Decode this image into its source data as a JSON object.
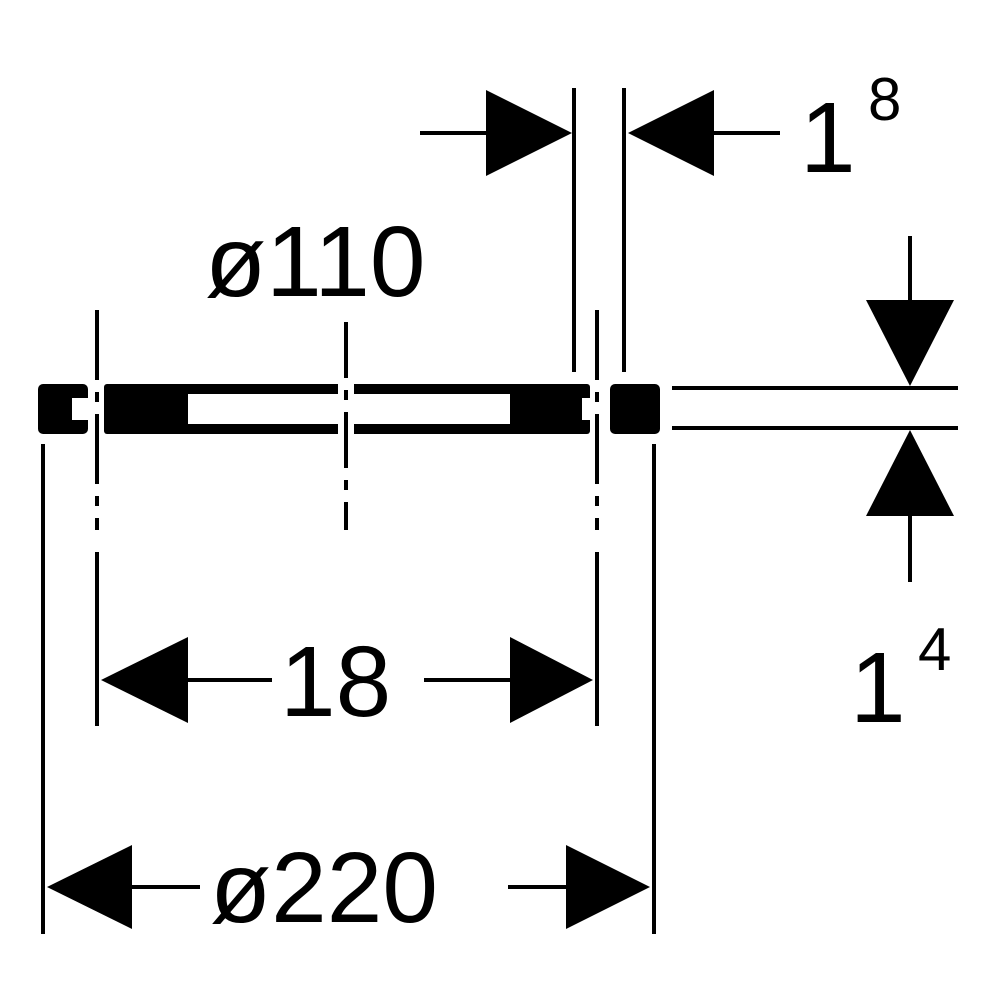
{
  "dimensions": {
    "inner_diameter": "ø110",
    "outer_diameter": "ø220",
    "width": "18",
    "thickness_top": {
      "base": "1",
      "superscript": "8"
    },
    "thickness_side": {
      "base": "1",
      "superscript": "4"
    }
  },
  "colors": {
    "stroke": "#000000",
    "background": "#ffffff"
  }
}
